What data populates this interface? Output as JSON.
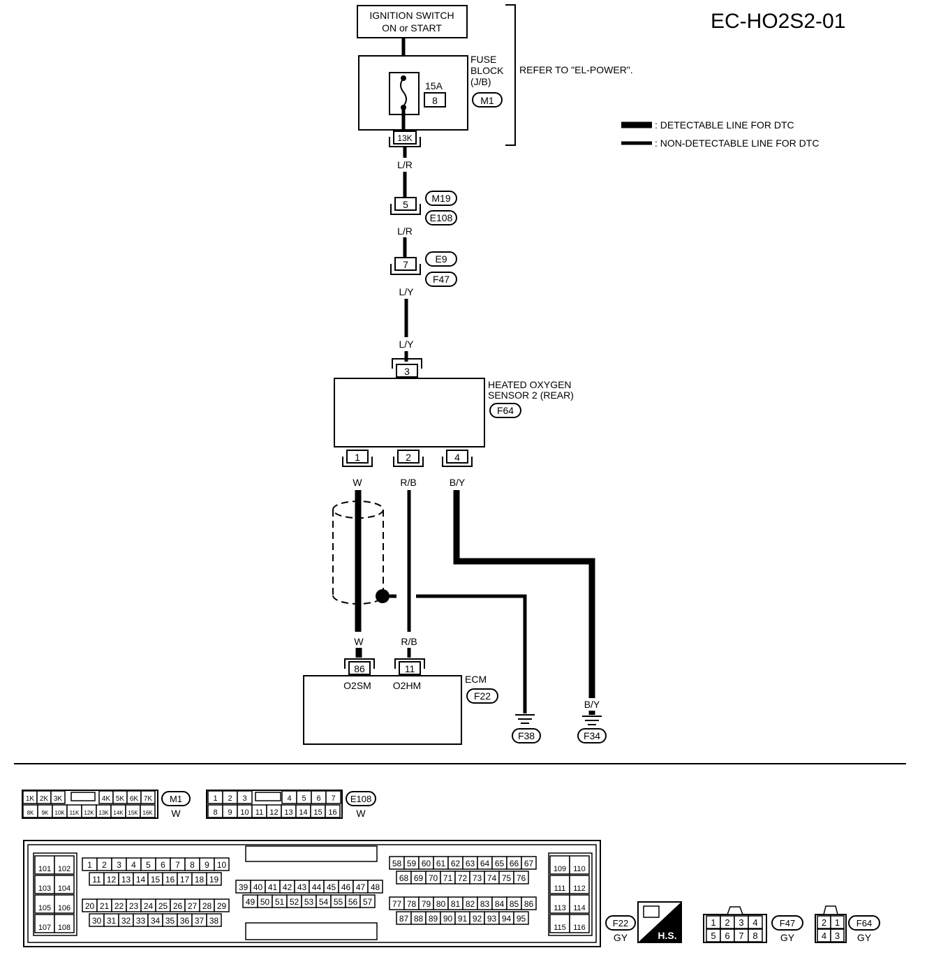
{
  "title": "EC-HO2S2-01",
  "ignition": {
    "line1": "IGNITION SWITCH",
    "line2": "ON or START"
  },
  "fuse_block": {
    "label1": "FUSE",
    "label2": "BLOCK",
    "label3": "(J/B)",
    "fuse_rating": "15A",
    "fuse_number": "8",
    "connector": "M1",
    "terminal": "13K",
    "refer": "REFER TO \"EL-POWER\"."
  },
  "legend": {
    "detectable": ": DETECTABLE LINE FOR DTC",
    "non_detectable": ": NON-DETECTABLE LINE FOR DTC"
  },
  "wires": {
    "lr1": "L/R",
    "lr2": "L/R",
    "ly1": "L/Y",
    "ly2": "L/Y",
    "w_top": "W",
    "rb_top": "R/B",
    "by_top": "B/Y",
    "w_bottom": "W",
    "rb_bottom": "R/B",
    "by_bottom": "B/Y"
  },
  "joint1": {
    "terminal": "5",
    "conn_a": "M19",
    "conn_b": "E108"
  },
  "joint2": {
    "terminal": "7",
    "conn_a": "E9",
    "conn_b": "F47"
  },
  "sensor": {
    "line1": "HEATED OXYGEN",
    "line2": "SENSOR 2 (REAR)",
    "connector": "F64",
    "t3": "3",
    "t1": "1",
    "t2": "2",
    "t4": "4"
  },
  "ecm": {
    "label": "ECM",
    "connector": "F22",
    "t86": "86",
    "t11": "11",
    "pin86": "O2SM",
    "pin11": "O2HM"
  },
  "grounds": {
    "g1": "F38",
    "g2": "F34"
  },
  "connector_views": {
    "m1": {
      "row1": [
        "1K",
        "2K",
        "3K",
        "4K",
        "5K",
        "6K",
        "7K"
      ],
      "row2": [
        "8K",
        "9K",
        "10K",
        "11K",
        "12K",
        "13K",
        "14K",
        "15K",
        "16K"
      ],
      "id": "M1",
      "color": "W"
    },
    "e108": {
      "row1": [
        "1",
        "2",
        "3",
        "4",
        "5",
        "6",
        "7"
      ],
      "row2": [
        "8",
        "9",
        "10",
        "11",
        "12",
        "13",
        "14",
        "15",
        "16"
      ],
      "id": "E108",
      "color": "W"
    },
    "ecm": {
      "left_pairs": [
        [
          "101",
          "102"
        ],
        [
          "103",
          "104"
        ],
        [
          "105",
          "106"
        ],
        [
          "107",
          "108"
        ]
      ],
      "a_row1": [
        "1",
        "2",
        "3",
        "4",
        "5",
        "6",
        "7",
        "8",
        "9",
        "10"
      ],
      "a_row2": [
        "11",
        "12",
        "13",
        "14",
        "15",
        "16",
        "17",
        "18",
        "19"
      ],
      "b_row1": [
        "20",
        "21",
        "22",
        "23",
        "24",
        "25",
        "26",
        "27",
        "28",
        "29"
      ],
      "b_row2": [
        "30",
        "31",
        "32",
        "33",
        "34",
        "35",
        "36",
        "37",
        "38"
      ],
      "c_row1": [
        "39",
        "40",
        "41",
        "42",
        "43",
        "44",
        "45",
        "46",
        "47",
        "48"
      ],
      "c_row2": [
        "49",
        "50",
        "51",
        "52",
        "53",
        "54",
        "55",
        "56",
        "57"
      ],
      "d_row1": [
        "58",
        "59",
        "60",
        "61",
        "62",
        "63",
        "64",
        "65",
        "66",
        "67"
      ],
      "d_row2": [
        "68",
        "69",
        "70",
        "71",
        "72",
        "73",
        "74",
        "75",
        "76"
      ],
      "e_row1": [
        "77",
        "78",
        "79",
        "80",
        "81",
        "82",
        "83",
        "84",
        "85",
        "86"
      ],
      "e_row2": [
        "87",
        "88",
        "89",
        "90",
        "91",
        "92",
        "93",
        "94",
        "95"
      ],
      "right_pairs": [
        [
          "109",
          "110"
        ],
        [
          "111",
          "112"
        ],
        [
          "113",
          "114"
        ],
        [
          "115",
          "116"
        ]
      ],
      "id": "F22",
      "color": "GY",
      "hs": "H.S."
    },
    "f47": {
      "row1": [
        "1",
        "2",
        "3",
        "4"
      ],
      "row2": [
        "5",
        "6",
        "7",
        "8"
      ],
      "id": "F47",
      "color": "GY"
    },
    "f64": {
      "row1": [
        "2",
        "1"
      ],
      "row2": [
        "4",
        "3"
      ],
      "id": "F64",
      "color": "GY"
    }
  }
}
